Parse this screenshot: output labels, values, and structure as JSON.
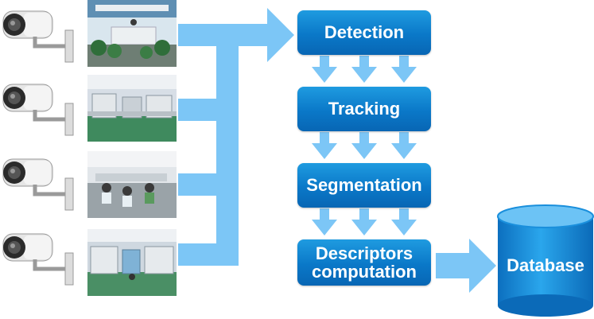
{
  "diagram": {
    "steps": [
      {
        "label": "Detection"
      },
      {
        "label": "Tracking"
      },
      {
        "label": "Segmentation"
      },
      {
        "label": "Descriptors\ncomputation"
      }
    ],
    "database_label": "Database",
    "inputs": [
      {
        "camera_icon": "camera-icon",
        "image": "office-lobby-photo"
      },
      {
        "camera_icon": "camera-icon",
        "image": "factory-floor-photo"
      },
      {
        "camera_icon": "camera-icon",
        "image": "assembly-line-workers-photo"
      },
      {
        "camera_icon": "camera-icon",
        "image": "factory-floor-photo"
      }
    ],
    "colors": {
      "step_fill": "#0a78c8",
      "arrow": "#7cc6f6",
      "database": "#1a8fdc"
    }
  }
}
